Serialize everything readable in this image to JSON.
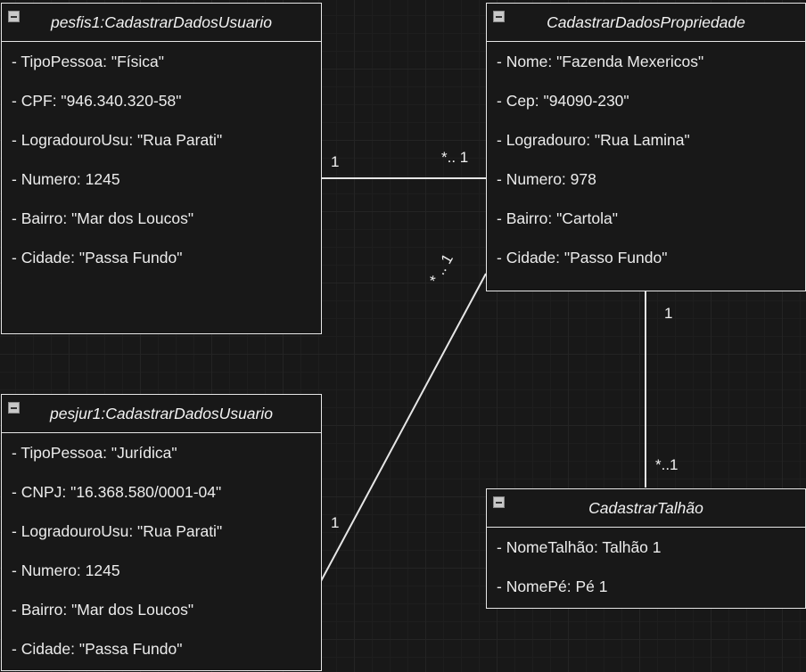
{
  "classes": {
    "pesfis1": {
      "title": "pesfis1:CadastrarDadosUsuario",
      "attributes": [
        "- TipoPessoa: \"Física\"",
        "- CPF: \"946.340.320-58\"",
        "- LogradouroUsu: \"Rua Parati\"",
        "- Numero: 1245",
        "- Bairro: \"Mar dos Loucos\"",
        "- Cidade: \"Passa Fundo\""
      ]
    },
    "propriedade": {
      "title": "CadastrarDadosPropriedade",
      "attributes": [
        "- Nome: \"Fazenda Mexericos\"",
        "- Cep: \"94090-230\"",
        "- Logradouro: \"Rua Lamina\"",
        "- Numero: 978",
        "- Bairro: \"Cartola\"",
        "- Cidade: \"Passo Fundo\""
      ]
    },
    "pesjur1": {
      "title": "pesjur1:CadastrarDadosUsuario",
      "attributes": [
        "- TipoPessoa: \"Jurídica\"",
        "- CNPJ: \"16.368.580/0001-04\"",
        "- LogradouroUsu: \"Rua Parati\"",
        "- Numero: 1245",
        "- Bairro: \"Mar dos Loucos\"",
        "- Cidade: \"Passa Fundo\""
      ]
    },
    "talhao": {
      "title": "CadastrarTalhão",
      "attributes": [
        "- NomeTalhão: Talhão 1",
        "- NomePé: Pé 1"
      ]
    }
  },
  "multiplicities": {
    "fis_side": "1",
    "prop_side_fis": "*.. 1",
    "prop_side_jur": "* .. 1",
    "jur_side": "1",
    "prop_side_talhao": "1",
    "talhao_side": "*..1"
  }
}
